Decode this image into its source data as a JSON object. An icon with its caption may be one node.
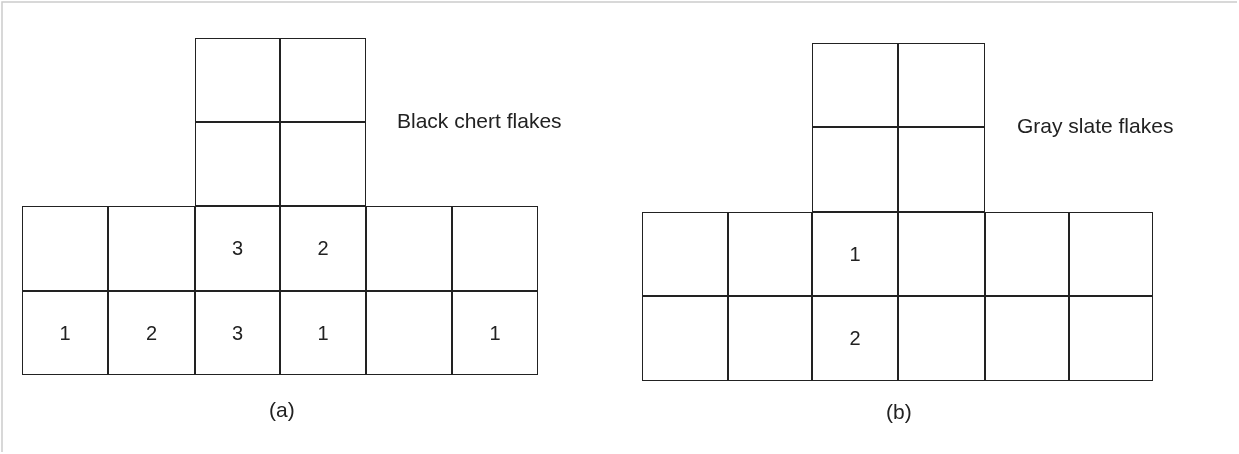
{
  "diagram": {
    "nodes": [
      {
        "text": [],
        "shape": "box"
      },
      {
        "text": [],
        "shape": "box"
      },
      {
        "text": [],
        "shape": "box"
      },
      {
        "text": [],
        "shape": "box"
      },
      {
        "text": [],
        "shape": "box"
      },
      {
        "text": [],
        "shape": "box"
      },
      {
        "text": [
          "3"
        ]
      },
      {
        "text": [
          "2"
        ]
      },
      {
        "text": [],
        "shape": "box"
      },
      {
        "text": [],
        "shape": "box"
      },
      {
        "text": [
          "1"
        ]
      },
      {
        "text": [
          "2"
        ]
      },
      {
        "text": [
          "3"
        ]
      },
      {
        "text": [
          "1"
        ]
      },
      {
        "text": [],
        "shape": "box"
      },
      {
        "text": [
          "1"
        ]
      },
      {
        "text": [],
        "shape": "box"
      },
      {
        "text": [],
        "shape": "box"
      },
      {
        "text": [],
        "shape": "box"
      },
      {
        "text": [],
        "shape": "box"
      },
      {
        "text": [],
        "shape": "box"
      },
      {
        "text": [],
        "shape": "box"
      },
      {
        "text": [
          "1"
        ]
      },
      {
        "text": [],
        "shape": "box"
      },
      {
        "text": [],
        "shape": "box"
      },
      {
        "text": [],
        "shape": "box"
      },
      {
        "text": [],
        "shape": "box"
      },
      {
        "text": [],
        "shape": "box"
      },
      {
        "text": [
          "2"
        ]
      },
      {
        "text": [],
        "shape": "box"
      },
      {
        "text": [],
        "shape": "box"
      },
      {
        "text": [],
        "shape": "box"
      }
    ],
    "labels": [
      "Black chert flakes",
      "Gray slate flakes",
      "(a)",
      "(b)"
    ]
  }
}
